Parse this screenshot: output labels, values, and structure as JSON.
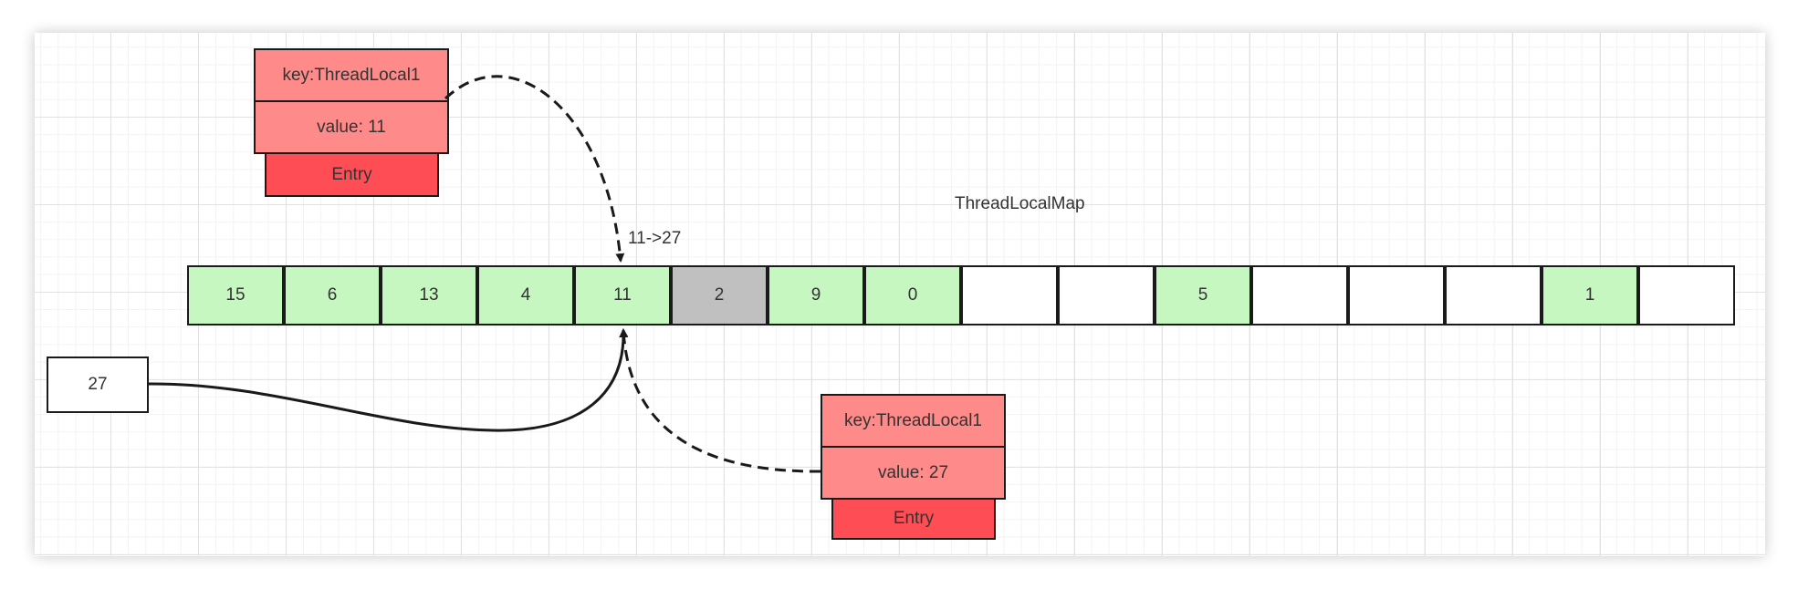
{
  "map_title": "ThreadLocalMap",
  "update_label": "11->27",
  "incoming_value": "27",
  "old_entry": {
    "key": "key:ThreadLocal1",
    "value": "value: 11",
    "name": "Entry"
  },
  "new_entry": {
    "key": "key:ThreadLocal1",
    "value": "value: 27",
    "name": "Entry"
  },
  "slots": [
    {
      "label": "15",
      "state": "filled"
    },
    {
      "label": "6",
      "state": "filled"
    },
    {
      "label": "13",
      "state": "filled"
    },
    {
      "label": "4",
      "state": "filled"
    },
    {
      "label": "11",
      "state": "filled"
    },
    {
      "label": "2",
      "state": "stale"
    },
    {
      "label": "9",
      "state": "filled"
    },
    {
      "label": "0",
      "state": "filled"
    },
    {
      "label": "",
      "state": "empty"
    },
    {
      "label": "",
      "state": "empty"
    },
    {
      "label": "5",
      "state": "filled"
    },
    {
      "label": "",
      "state": "empty"
    },
    {
      "label": "",
      "state": "empty"
    },
    {
      "label": "",
      "state": "empty"
    },
    {
      "label": "1",
      "state": "filled"
    },
    {
      "label": "",
      "state": "empty"
    }
  ],
  "colors": {
    "filled": "#c6f7c0",
    "stale": "#c0c0c0",
    "empty": "#ffffff",
    "entry_fields": "#fe8a8a",
    "entry_name": "#fe4d55",
    "stroke": "#1a1a1a"
  }
}
